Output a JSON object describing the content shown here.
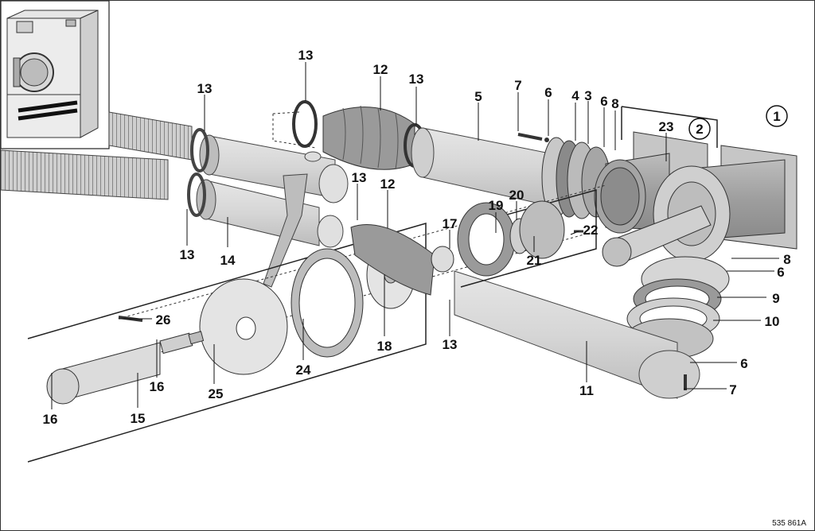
{
  "diagram": {
    "reference_code": "535 861A",
    "callouts": [
      {
        "id": "c13a",
        "text": "13"
      },
      {
        "id": "c13b",
        "text": "13"
      },
      {
        "id": "c13c",
        "text": "13"
      },
      {
        "id": "c13d",
        "text": "13"
      },
      {
        "id": "c13e",
        "text": "13"
      },
      {
        "id": "c13f",
        "text": "13"
      },
      {
        "id": "c12a",
        "text": "12"
      },
      {
        "id": "c12b",
        "text": "12"
      },
      {
        "id": "c5",
        "text": "5"
      },
      {
        "id": "c7a",
        "text": "7"
      },
      {
        "id": "c6a",
        "text": "6"
      },
      {
        "id": "c4",
        "text": "4"
      },
      {
        "id": "c3",
        "text": "3"
      },
      {
        "id": "c6b",
        "text": "6"
      },
      {
        "id": "c8a",
        "text": "8"
      },
      {
        "id": "c23",
        "text": "23"
      },
      {
        "id": "c14",
        "text": "14"
      },
      {
        "id": "c17",
        "text": "17"
      },
      {
        "id": "c19",
        "text": "19"
      },
      {
        "id": "c20",
        "text": "20"
      },
      {
        "id": "c21",
        "text": "21"
      },
      {
        "id": "c22",
        "text": "22"
      },
      {
        "id": "c8b",
        "text": "8"
      },
      {
        "id": "c6c",
        "text": "6"
      },
      {
        "id": "c9",
        "text": "9"
      },
      {
        "id": "c10",
        "text": "10"
      },
      {
        "id": "c6d",
        "text": "6"
      },
      {
        "id": "c7b",
        "text": "7"
      },
      {
        "id": "c11",
        "text": "11"
      },
      {
        "id": "c26",
        "text": "26"
      },
      {
        "id": "c18",
        "text": "18"
      },
      {
        "id": "c24",
        "text": "24"
      },
      {
        "id": "c25",
        "text": "25"
      },
      {
        "id": "c16a",
        "text": "16"
      },
      {
        "id": "c16b",
        "text": "16"
      },
      {
        "id": "c15",
        "text": "15"
      }
    ],
    "circled_callouts": [
      {
        "id": "k1",
        "text": "1"
      },
      {
        "id": "k2",
        "text": "2"
      }
    ]
  }
}
